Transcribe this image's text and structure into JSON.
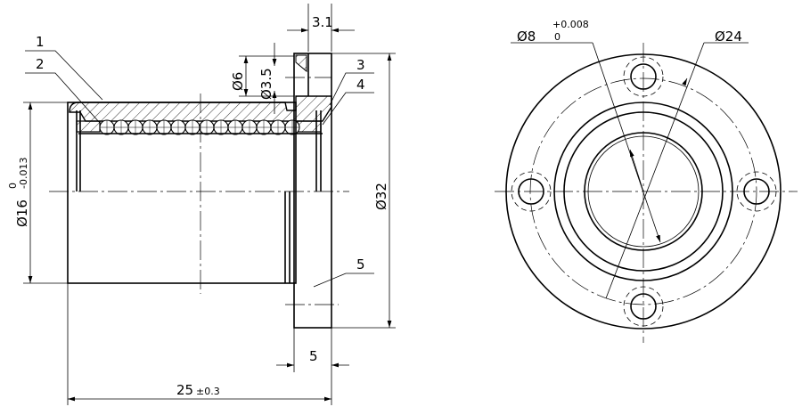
{
  "side_view": {
    "callouts": [
      "1",
      "2",
      "3",
      "4",
      "5"
    ],
    "dim_flange_width_top": "3.1",
    "dim_hole_outer": "Ø6",
    "dim_hole_inner": "Ø3.5",
    "dim_shaft_dia": "Ø16",
    "dim_shaft_tol_upper": "0",
    "dim_shaft_tol_lower": "-0.013",
    "dim_flange_dia": "Ø32",
    "dim_flange_thickness": "5",
    "dim_length": "25",
    "dim_length_tol": "±0.3"
  },
  "front_view": {
    "dim_bore": "Ø8",
    "dim_bore_tol_upper": "+0.008",
    "dim_bore_tol_lower": "0",
    "dim_bolt_circle": "Ø24"
  }
}
